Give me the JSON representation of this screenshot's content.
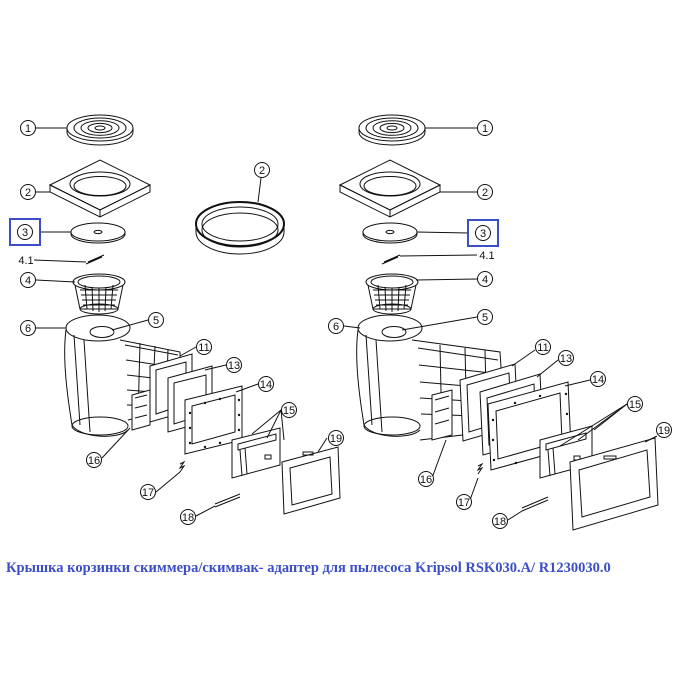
{
  "caption": "Крышка корзинки скиммера/скимвак- адаптер для пылесоса Kripsol RSK030.A/ R1230030.0",
  "colors": {
    "line": "#111111",
    "highlight": "#3b4ec8",
    "caption": "#3b4ec8"
  },
  "labels": {
    "l1": "1",
    "l2": "2",
    "l3": "3",
    "l41": "4.1",
    "l4": "4",
    "l5": "5",
    "l6": "6",
    "l11": "11",
    "l13": "13",
    "l14": "14",
    "l15": "15",
    "l16": "16",
    "l17": "17",
    "l18": "18",
    "l19": "19",
    "c2": "2",
    "r1": "1",
    "r2": "2",
    "r3": "3",
    "r41": "4.1",
    "r4": "4",
    "r5": "5",
    "r6": "6",
    "r11": "11",
    "r13": "13",
    "r14": "14",
    "r15": "15",
    "r16": "16",
    "r17": "17",
    "r18": "18",
    "r19": "19"
  }
}
